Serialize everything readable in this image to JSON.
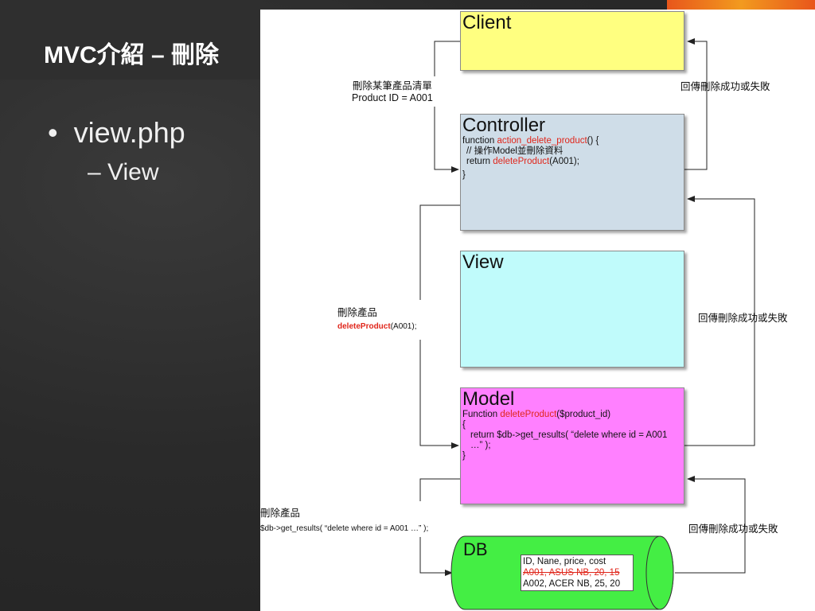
{
  "slide": {
    "title": "MVC介紹 – 刪除",
    "bullet_main": "view.php",
    "bullet_marker": "•",
    "bullet_sub": "– View"
  },
  "diagram": {
    "client": {
      "title": "Client"
    },
    "controller": {
      "title": "Controller",
      "code_line1_pre": "function ",
      "code_line1_red": "action_delete_product",
      "code_line1_post": "() {",
      "code_line2": "// 操作Model並刪除資料",
      "code_line3_pre": "return ",
      "code_line3_red": "deleteProduct",
      "code_line3_post": "(A001);",
      "code_line4": "}"
    },
    "view": {
      "title": "View"
    },
    "model": {
      "title": "Model",
      "code_line1_pre": "Function ",
      "code_line1_red": "deleteProduct",
      "code_line1_post": "($product_id)",
      "code_line2": "{",
      "code_line3": "return $db->get_results( “delete where id = A001 …” );",
      "code_line4": "}"
    },
    "db": {
      "title": "DB",
      "rows": [
        "ID, Nane, price, cost",
        "A001, ASUS NB, 20, 15",
        "A002, ACER NB, 25, 20"
      ]
    },
    "labels": {
      "request1_line1": "刪除某筆產品清單",
      "request1_line2": "Product ID = A001",
      "response1": "回傳刪除成功或失敗",
      "request2_line1": "刪除產品",
      "request2_red": "deleteProduct",
      "request2_post": "(A001);",
      "response2": "回傳刪除成功或失敗",
      "request3_line1": "刪除產品",
      "request3_line2": "$db->get_results( “delete where id = A001 …” );",
      "response3": "回傳刪除成功或失敗"
    }
  },
  "colors": {
    "client": "#ffff80",
    "controller": "#cfdde8",
    "view": "#c0fbfb",
    "model": "#ff80ff",
    "db": "#44ee44",
    "highlight_red": "#e0261b",
    "accent_orange": "#f29a1f"
  }
}
